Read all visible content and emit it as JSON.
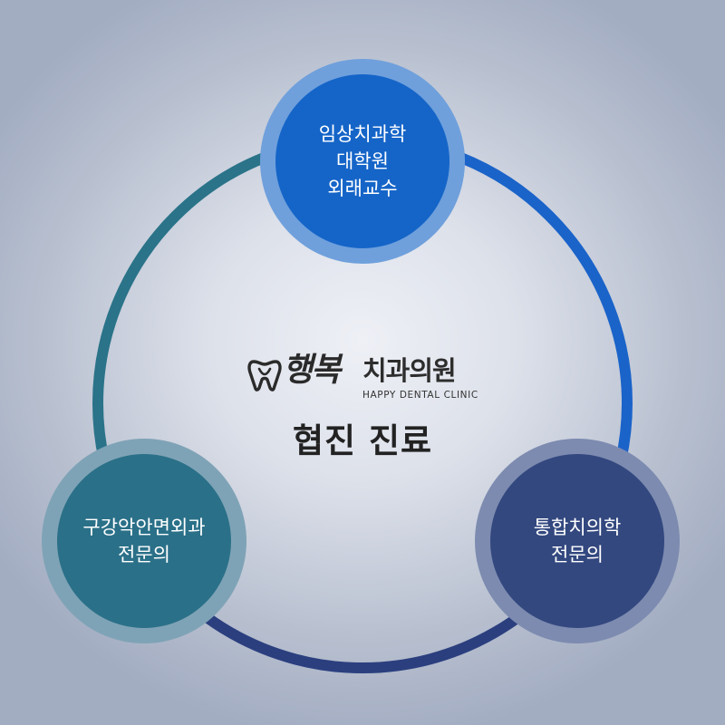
{
  "logo": {
    "script_text": "행복",
    "clinic_text": "치과의원",
    "english_text": "HAPPY DENTAL CLINIC"
  },
  "title": "협진 진료",
  "nodes": [
    {
      "id": "top",
      "lines": [
        "임상치과학",
        "대학원",
        "외래교수"
      ],
      "color": "#1565c8",
      "halo": "#6fa0dc"
    },
    {
      "id": "left",
      "lines": [
        "구강악안면외과",
        "전문의"
      ],
      "color": "#2a7088",
      "halo": "#7fa3b6"
    },
    {
      "id": "right",
      "lines": [
        "통합치의학",
        "전문의"
      ],
      "color": "#33487f",
      "halo": "#7d8bb0"
    }
  ],
  "arcs": {
    "top_right": "#1a63c9",
    "right_left": "#2b3f7f",
    "left_top": "#2a7389"
  }
}
